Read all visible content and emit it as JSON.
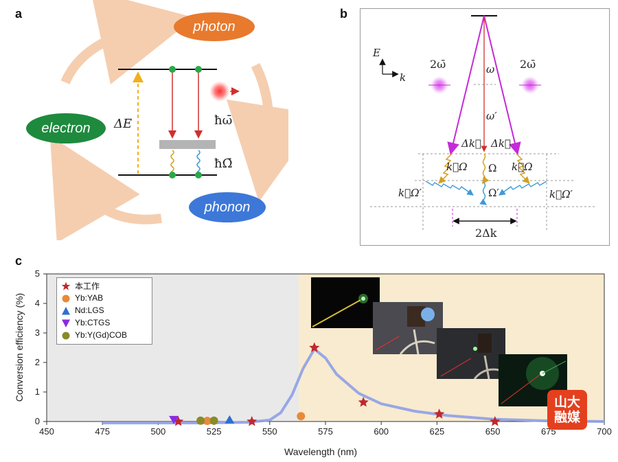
{
  "panel_a": {
    "label": "a",
    "photon": "photon",
    "electron": "electron",
    "phonon": "phonon",
    "delta_e": "ΔE",
    "hbar_omega": "ħω̄",
    "hbar_Omega": "ħΩ̄",
    "colors": {
      "photon": "#e87a2e",
      "electron": "#1e8a3e",
      "phonon": "#3d78d8",
      "arrow": "#f4c9a8"
    }
  },
  "panel_b": {
    "label": "b",
    "axis_E": "E",
    "axis_k": "k",
    "two_omega_left": "2ω̄",
    "two_omega_right": "2ω̄",
    "omega": "ω",
    "omega_prime": "ω′",
    "delta_k_left": "Δk⃖",
    "delta_k_right": "Δk⃗",
    "k_Omega_left": "k⃖Ω",
    "Omega": "Ω",
    "k_Omega_right": "k⃗Ω",
    "k_Omega_prime_left": "k⃗Ω′",
    "Omega_prime": "Ω′",
    "k_Omega_prime_right": "k⃖Ω′",
    "two_delta_k": "2Δk"
  },
  "panel_c": {
    "label": "c",
    "watermark": "山大融媒",
    "chart_data": {
      "type": "scatter",
      "xlabel": "Wavelength (nm)",
      "ylabel": "Conversion efficiency (%)",
      "xlim": [
        450,
        700
      ],
      "ylim": [
        0,
        5
      ],
      "xticks": [
        "450",
        "475",
        "500",
        "525",
        "550",
        "575",
        "600",
        "625",
        "650",
        "675",
        "700"
      ],
      "yticks": [
        "0",
        "1",
        "2",
        "3",
        "4",
        "5"
      ],
      "legend_position": "top-left",
      "shaded_regions": [
        {
          "from": 450,
          "to": 563,
          "color": "#e9e9e9"
        },
        {
          "from": 563,
          "to": 700,
          "color": "#f8ebcf"
        }
      ],
      "series": [
        {
          "name": "本工作",
          "marker": "star",
          "color": "#c0282e",
          "points": [
            [
              509,
              0.0
            ],
            [
              542,
              0.0
            ],
            [
              570,
              2.5
            ],
            [
              592,
              0.65
            ],
            [
              626,
              0.25
            ],
            [
              651,
              0.0
            ]
          ]
        },
        {
          "name": "Yb:YAB",
          "marker": "circle",
          "color": "#e8893a",
          "points": [
            [
              522,
              0.02
            ],
            [
              564,
              0.18
            ]
          ]
        },
        {
          "name": "Nd:LGS",
          "marker": "triangle-up",
          "color": "#2e6fcf",
          "points": [
            [
              532,
              0.05
            ]
          ]
        },
        {
          "name": "Yb:CTGS",
          "marker": "triangle-down",
          "color": "#8a2be2",
          "points": [
            [
              507,
              0.05
            ]
          ]
        },
        {
          "name": "Yb:Y(Gd)COB",
          "marker": "circle",
          "color": "#8a8a2a",
          "points": [
            [
              519,
              0.03
            ],
            [
              525,
              0.03
            ]
          ]
        }
      ],
      "curve": {
        "color": "#8ea0e6",
        "x": [
          475,
          500,
          520,
          540,
          550,
          555,
          560,
          565,
          570,
          575,
          580,
          590,
          600,
          615,
          630,
          650,
          675,
          700
        ],
        "y": [
          -0.05,
          -0.05,
          -0.05,
          -0.03,
          0.05,
          0.3,
          0.9,
          1.8,
          2.45,
          2.15,
          1.6,
          0.95,
          0.6,
          0.35,
          0.2,
          0.08,
          0.02,
          0.0
        ]
      }
    }
  }
}
